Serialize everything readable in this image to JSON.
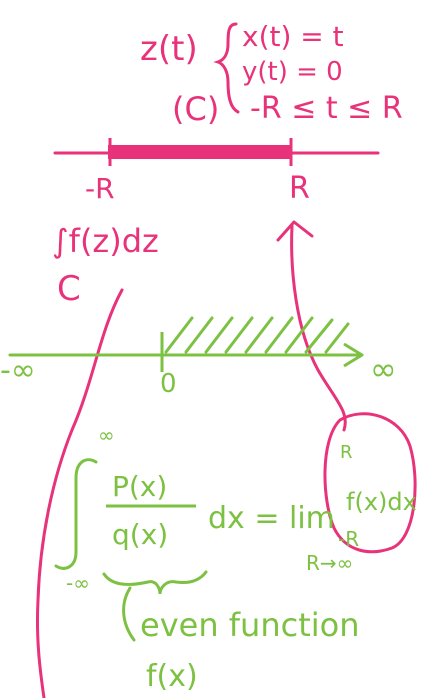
{
  "colors": {
    "pink": "#e8327a",
    "green": "#7cc142",
    "background": "#ffffff"
  },
  "pink_notes": {
    "z_of_t": "z(t)",
    "x_eq": "x(t) = t",
    "y_eq": "y(t) = 0",
    "c_label": "(C)",
    "range": "-R ≤ t ≤ R",
    "minus_r": "-R",
    "r": "R",
    "contour_integral": "∫f(z)dz",
    "c_small": "C"
  },
  "green_notes": {
    "neg_inf": "-∞",
    "zero": "0",
    "pos_inf": "∞",
    "upper_limit": "∞",
    "lower_limit": "-∞",
    "numerator": "P(x)",
    "denominator": "q(x)",
    "dx_eq": "dx = lim",
    "limit_sub": "R→∞",
    "inner_upper": "R",
    "inner_integral": "f(x)dx",
    "inner_lower": "-R",
    "even_function": "even function",
    "f_of_x": "f(x)"
  }
}
